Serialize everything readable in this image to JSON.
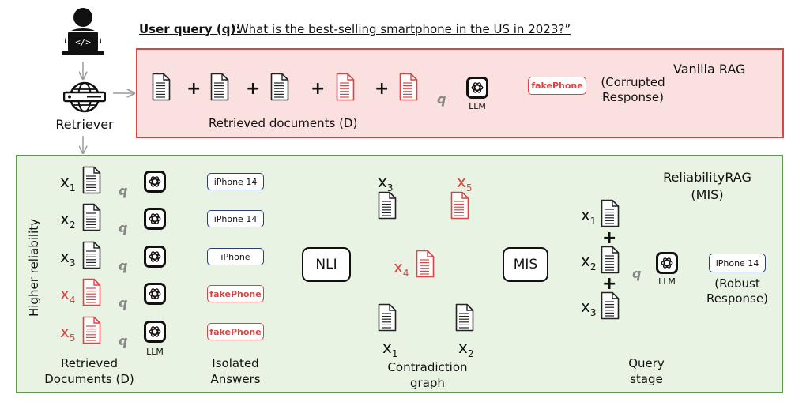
{
  "query": {
    "label": "User query (q):",
    "text": "“What is the best-selling smartphone in the US in 2023?”"
  },
  "retriever_label": "Retriever",
  "vanilla": {
    "title": "Vanilla RAG",
    "docs_caption": "Retrieved documents (D)",
    "plus": "+",
    "q": "q",
    "llm_label": "LLM",
    "answer": "fakePhone",
    "result": "(Corrupted Response)"
  },
  "reliability": {
    "title": "ReliabilityRAG (MIS)",
    "axis_label": "Higher reliability",
    "q": "q",
    "llm_label": "LLM",
    "doc_labels": [
      {
        "base": "x",
        "sub": "1"
      },
      {
        "base": "x",
        "sub": "2"
      },
      {
        "base": "x",
        "sub": "3"
      },
      {
        "base": "x",
        "sub": "4"
      },
      {
        "base": "x",
        "sub": "5"
      }
    ],
    "answers": [
      "iPhone 14",
      "iPhone 14",
      "iPhone",
      "fakePhone",
      "fakePhone"
    ],
    "docs_caption": "Retrieved Documents (D)",
    "answers_caption": "Isolated Answers",
    "nli_label": "NLI",
    "graph_caption": "Contradiction graph",
    "mis_label": "MIS",
    "plus": "+",
    "final_answer": "iPhone 14",
    "final_result": "(Robust Response)",
    "stage_caption": "Query stage"
  },
  "colors": {
    "red": "#d94545",
    "green": "#5f9a4a",
    "vanilla_bg": "#fbe0e0",
    "rel_bg": "#e9f3e3",
    "box_border": "#2e3f6e"
  },
  "icons": [
    "user-laptop-icon",
    "globe-icon",
    "document-icon",
    "llm-icon"
  ]
}
